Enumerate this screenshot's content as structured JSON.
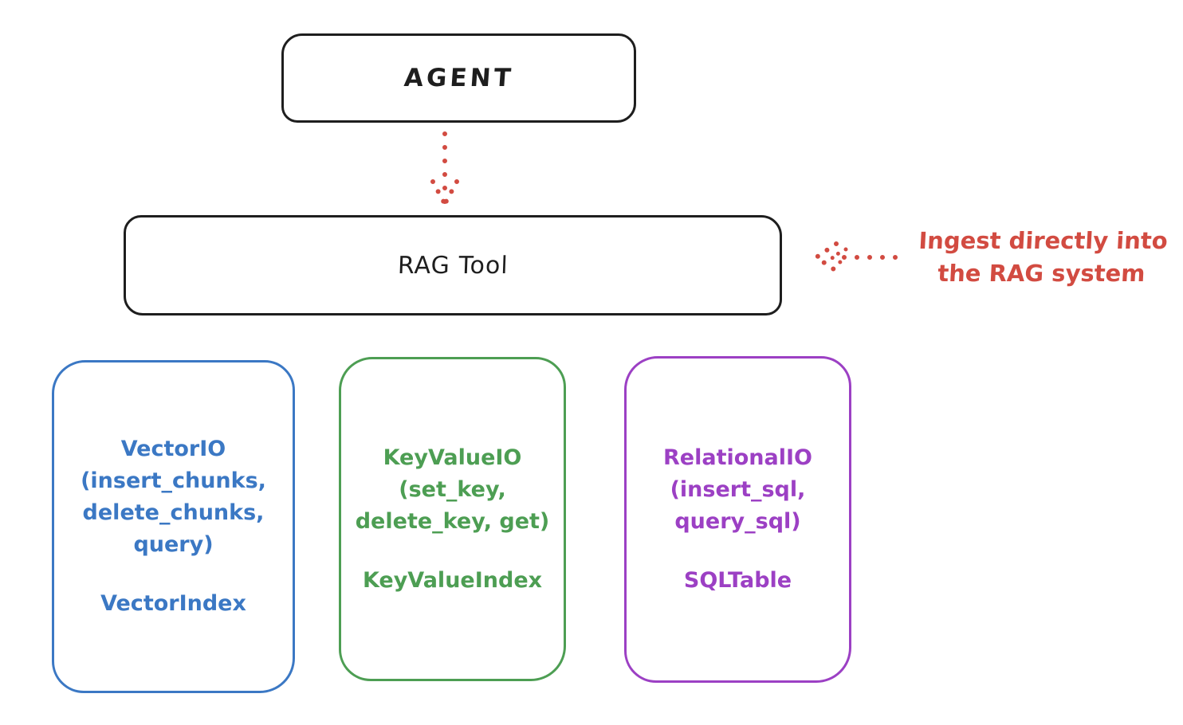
{
  "colors": {
    "ink": "#1e1e1e",
    "red": "#d24b41",
    "blue": "#3b78c4",
    "green": "#4d9e53",
    "purple": "#9c40c4",
    "background": "#ffffff"
  },
  "agent": {
    "label": "AGENT"
  },
  "rag_tool": {
    "label": "RAG Tool"
  },
  "annotation": {
    "line1": "Ingest directly into",
    "line2": "the RAG system",
    "color": "#d24b41"
  },
  "boxes": [
    {
      "id": "vector-io",
      "color": "#3b78c4",
      "lines": [
        "VectorIO",
        "(insert_chunks,",
        "delete_chunks,",
        "query)"
      ],
      "class_name": "VectorIndex"
    },
    {
      "id": "keyvalue-io",
      "color": "#4d9e53",
      "lines": [
        "KeyValueIO",
        "(set_key,",
        "delete_key, get)"
      ],
      "class_name": "KeyValueIndex"
    },
    {
      "id": "relational-io",
      "color": "#9c40c4",
      "lines": [
        "RelationalIO",
        "(insert_sql,",
        "query_sql)"
      ],
      "class_name": "SQLTable"
    }
  ],
  "arrows": [
    {
      "id": "agent-to-rag-tool",
      "style": "dotted",
      "direction": "down",
      "color": "#d24b41"
    },
    {
      "id": "annotation-to-rag-tool",
      "style": "dotted",
      "direction": "left",
      "color": "#d24b41"
    }
  ]
}
